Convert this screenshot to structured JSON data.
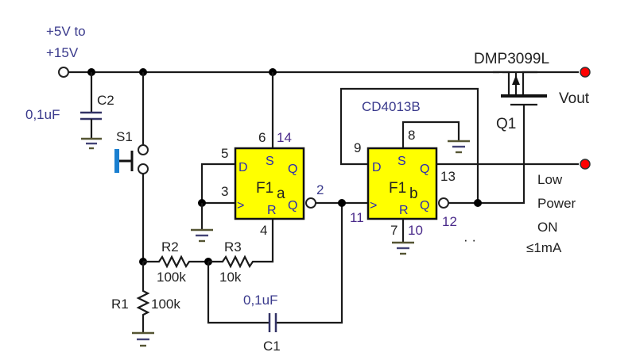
{
  "supply": {
    "line1": "+5V to",
    "line2": "+15V"
  },
  "components": {
    "C2": {
      "name": "C2",
      "value": "0,1uF"
    },
    "S1": {
      "name": "S1"
    },
    "R1": {
      "name": "R1",
      "value": "100k"
    },
    "R2": {
      "name": "R2",
      "value": "100k"
    },
    "R3": {
      "name": "R3",
      "value": "10k"
    },
    "C1": {
      "name": "C1",
      "value": "0,1uF"
    },
    "Q1": {
      "name": "Q1",
      "part": "DMP3099L"
    },
    "IC": {
      "part": "CD4013B"
    }
  },
  "flipflops": {
    "F1a": {
      "name": "F1",
      "sub": "a",
      "pins": {
        "D": "D",
        "S": "S",
        "Q": "Q",
        "clk": ">",
        "R": "R",
        "Qn": "Q"
      },
      "numbers": {
        "D": "5",
        "S": "6",
        "vdd": "14",
        "clk": "3",
        "R": "4",
        "Qn": "2"
      }
    },
    "F1b": {
      "name": "F1",
      "sub": "b",
      "pins": {
        "D": "D",
        "S": "S",
        "Q": "Q",
        "clk": ">",
        "R": "R",
        "Qn": "Q"
      },
      "numbers": {
        "D": "9",
        "S": "8",
        "Q": "13",
        "clk": "11",
        "R": "10",
        "vss": "7",
        "Qn": "12"
      }
    }
  },
  "outputs": {
    "vout": "Vout",
    "low_power": [
      "Low",
      "Power",
      "ON",
      "≤1mA"
    ]
  },
  "colors": {
    "chip": "#ffff00",
    "terminal": "#ff0000",
    "switch": "#1a7fd0"
  }
}
